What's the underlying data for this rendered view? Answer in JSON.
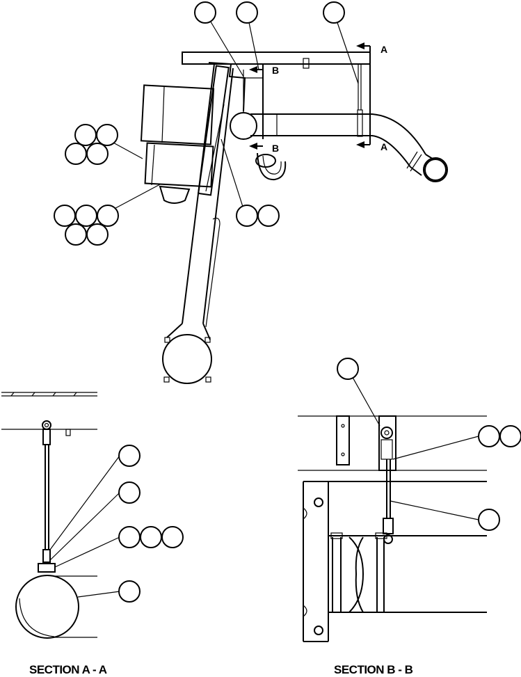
{
  "section_marks": {
    "a_top": "A",
    "a_bottom": "A",
    "b_top": "B",
    "b_bottom": "B"
  },
  "captions": {
    "section_a": "SECTION A - A",
    "section_b": "SECTION B - B"
  }
}
